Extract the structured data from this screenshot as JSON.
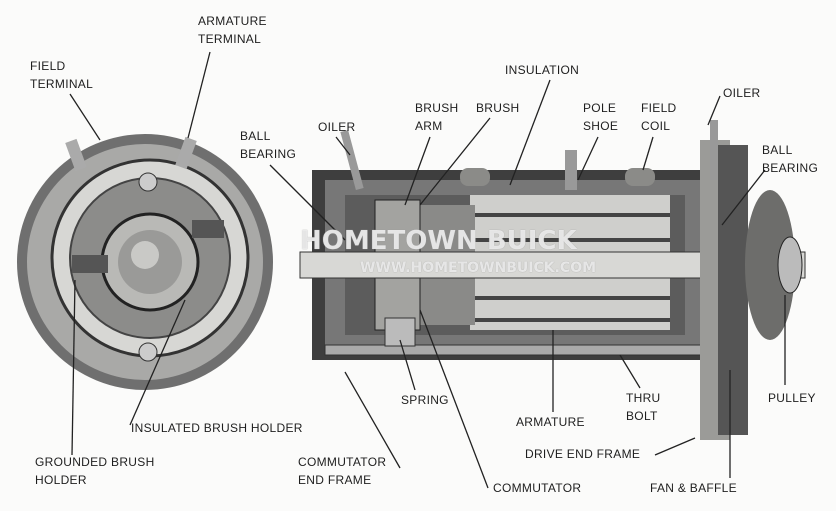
{
  "labels": {
    "armature_terminal": [
      "ARMATURE",
      "TERMINAL"
    ],
    "field_terminal": [
      "FIELD",
      "TERMINAL"
    ],
    "insulation": "INSULATION",
    "brush_arm": [
      "BRUSH",
      "ARM"
    ],
    "brush": "BRUSH",
    "pole_shoe": [
      "POLE",
      "SHOE"
    ],
    "field_coil": [
      "FIELD",
      "COIL"
    ],
    "oiler_right": "OILER",
    "oiler_left": "OILER",
    "ball_bearing_left": [
      "BALL",
      "BEARING"
    ],
    "ball_bearing_right": [
      "BALL",
      "BEARING"
    ],
    "pulley": "PULLEY",
    "spring": "SPRING",
    "armature": "ARMATURE",
    "thru_bolt": [
      "THRU",
      "BOLT"
    ],
    "insulated_brush_holder": "INSULATED BRUSH HOLDER",
    "grounded_brush_holder": [
      "GROUNDED BRUSH",
      "HOLDER"
    ],
    "commutator_end_frame": [
      "COMMUTATOR",
      "END FRAME"
    ],
    "drive_end_frame": "DRIVE END FRAME",
    "commutator": "COMMUTATOR",
    "fan_baffle": "FAN & BAFFLE"
  },
  "watermark": {
    "line1": "HOMETOWN BUICK",
    "line2": "WWW.HOMETOWNBUICK.COM"
  }
}
